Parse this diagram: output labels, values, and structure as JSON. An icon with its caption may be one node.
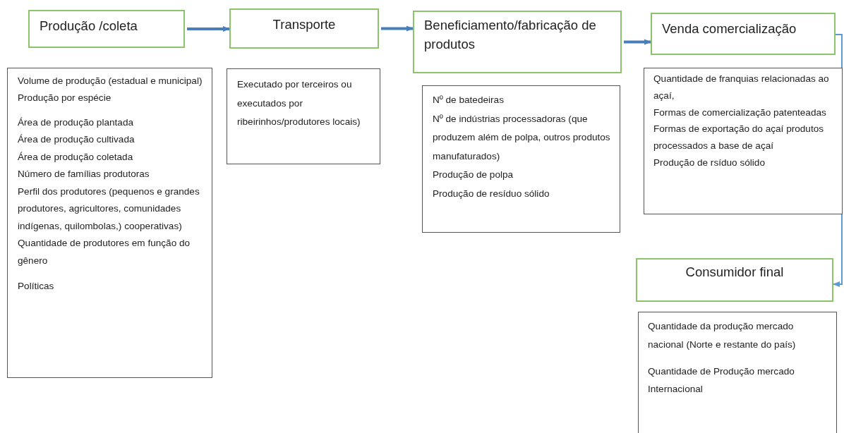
{
  "diagram": {
    "nodes": [
      {
        "text": [
          "Produção /coleta"
        ]
      },
      {
        "text": [
          "Transporte"
        ]
      },
      {
        "text": [
          "Beneficiamento/fabricação de produtos"
        ]
      },
      {
        "text": [
          "Venda comercialização"
        ]
      },
      {
        "text": [
          "Volume de produção (estadual e municipal)",
          "Produção por espécie",
          "Área de produção plantada",
          "Área de produção cultivada",
          "Área de produção coletada",
          "Número de famílias produtoras",
          "Perfil dos produtores (pequenos e grandes produtores, agricultores, comunidades indígenas, quilombolas,) cooperativas)",
          "Quantidade de produtores em função do gênero",
          "Políticas"
        ]
      },
      {
        "text": [
          "Executado por terceiros ou executados por ribeirinhos/produtores locais)"
        ]
      },
      {
        "text": [
          "Nº de batedeiras",
          "Nº de indústrias processadoras (que produzem além de polpa, outros produtos manufaturados)",
          "Produção de polpa",
          "Produção de resíduo sólido"
        ]
      },
      {
        "text": [
          "Quantidade de franquias relacionadas ao açaí,",
          "Formas de comercialização patenteadas",
          "Formas de exportação do açaí produtos processados a base de açaí",
          "Produção de rsíduo sólido"
        ]
      },
      {
        "text": [
          "Consumidor final"
        ]
      },
      {
        "text": [
          "Quantidade da produção mercado nacional (Norte e restante do país)",
          "Quantidade de Produção mercado Internacional"
        ]
      }
    ],
    "edges": [
      {
        "from": 0,
        "to": 1,
        "arrow": "to"
      },
      {
        "from": 1,
        "to": 2,
        "arrow": "to"
      },
      {
        "from": 2,
        "to": 3,
        "arrow": "to"
      },
      {
        "from": 3,
        "to": 8,
        "arrow": "to",
        "color": "#5b9bd5"
      }
    ]
  }
}
